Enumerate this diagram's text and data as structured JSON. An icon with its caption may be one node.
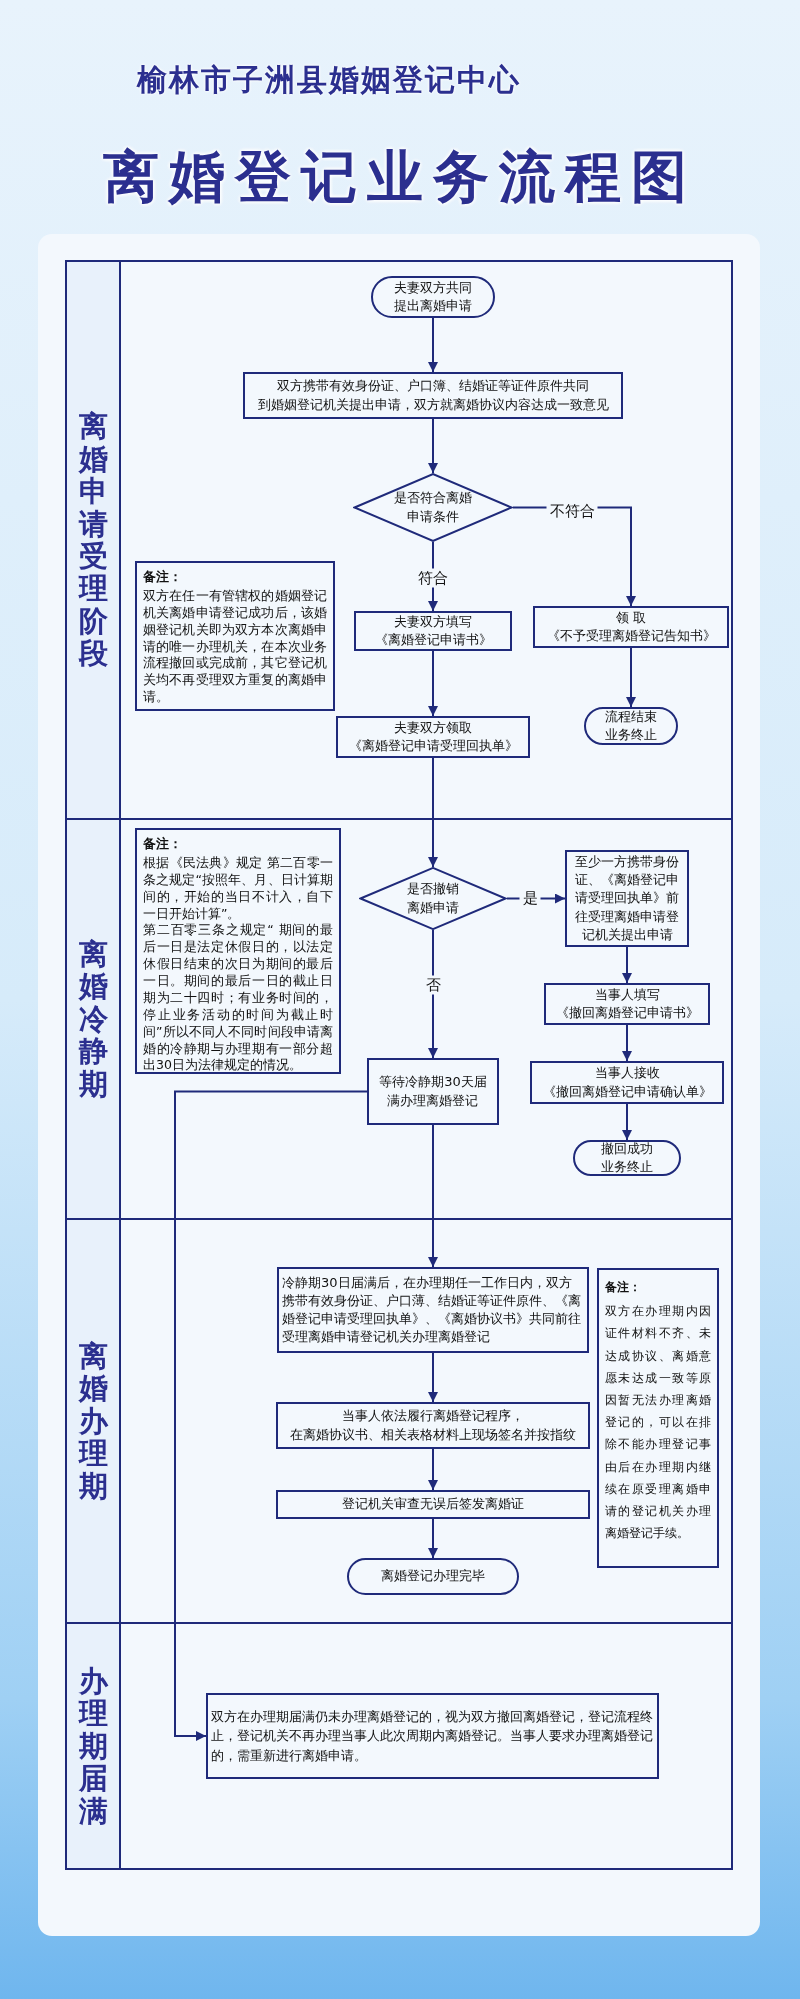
{
  "diagram": {
    "title": "离婚登记业务流程图",
    "nodes": [
      {
        "text": [
          "离婚申请受理阶段"
        ]
      },
      {
        "text": [
          "夫妻双方共同提出离婚申请"
        ],
        "in": 0
      },
      {
        "text": [
          "双方携带有效身份证、户口簿、结婚证等证件原件共同到婚姻登记机关提出申请，双方就离婚协议内容达成一致意见"
        ],
        "in": 0
      },
      {
        "text": [
          "是否符合离婚申请条件"
        ],
        "in": 0
      },
      {
        "text": [
          "备注：",
          "双方在任一有管辖权的婚姻登记机关离婚申请登记成功后，该婚姻登记机关即为双方本次离婚申请的唯一办理机关，在本次业务流程撤回或完成前，其它登记机关均不再受理双方重复的离婚申请。"
        ],
        "in": 0
      },
      {
        "text": [
          "夫妻双方填写《离婚登记申请书》"
        ],
        "in": 0
      },
      {
        "text": [
          "领 取《不予受理离婚登记告知书》"
        ],
        "in": 0
      },
      {
        "text": [
          "流程结束业务终止"
        ],
        "in": 0
      },
      {
        "text": [
          "夫妻双方领取《离婚登记申请受理回执单》"
        ],
        "in": 0
      },
      {
        "text": [
          "离婚冷静期"
        ]
      },
      {
        "text": [
          "备注：",
          "根据《民法典》规定 第二百零一条之规定“按照年、月、日计算期间的，开始的当日不计入，自下一日开始计算”。",
          "第二百零三条之规定“ 期间的最后一日是法定休假日的，以法定休假日结束的次日为期间的最后一日。期间的最后一日的截止日期为二十四时；有业务时间的，停止业务活动的时间为截止时间”所以不同人不同时间段申请离婚的冷静期与办理期有一部分超出30日为法律规定的情况。"
        ],
        "in": 9
      },
      {
        "text": [
          "是否撤销离婚申请"
        ],
        "in": 9
      },
      {
        "text": [
          "至少一方携带身份证、《离婚登记申请受理回执单》前往受理离婚申请登记机关提出申请"
        ],
        "in": 9
      },
      {
        "text": [
          "当事人填写《撤回离婚登记申请书》"
        ],
        "in": 9
      },
      {
        "text": [
          "当事人接收《撤回离婚登记申请确认单》"
        ],
        "in": 9
      },
      {
        "text": [
          "撤回成功业务终止"
        ],
        "in": 9
      },
      {
        "text": [
          "等待冷静期30天届满办理离婚登记"
        ],
        "in": 9
      },
      {
        "text": [
          "离婚办理期"
        ]
      },
      {
        "text": [
          "冷静期30日届满后，在办理期任一工作日内，双方携带有效身份证、户口薄、结婚证等证件原件、《离婚登记申请受理回执单》、《离婚协议书》共同前往受理离婚申请登记机关办理离婚登记"
        ],
        "in": 17
      },
      {
        "text": [
          "当事人依法履行离婚登记程序，在离婚协议书、相关表格材料上现场签名并按指纹"
        ],
        "in": 17
      },
      {
        "text": [
          "登记机关审查无误后签发离婚证"
        ],
        "in": 17
      },
      {
        "text": [
          "离婚登记办理完毕"
        ],
        "in": 17
      },
      {
        "text": [
          "备注：",
          "双方在办理期内因证件材料不齐、未达成协议、离婚意愿未达成一致等原因暂无法办理离婚登记的，可以在排除不能办理登记事由后在办理期内继续在原受理离婚申请的登记机关办理离婚登记手续。"
        ],
        "in": 17
      },
      {
        "text": [
          "办理期届满"
        ]
      },
      {
        "text": [
          "双方在办理期届满仍未办理离婚登记的，视为双方撤回离婚登记，登记流程终止，登记机关不再办理当事人此次周期内离婚登记。当事人要求办理离婚登记的，需重新进行离婚申请。"
        ],
        "in": 23
      }
    ],
    "edges": [
      {
        "from": 1,
        "to": 2,
        "arrow": "to"
      },
      {
        "from": 2,
        "to": 3,
        "arrow": "to"
      },
      {
        "from": 3,
        "to": 5,
        "arrow": "to",
        "label": "符合"
      },
      {
        "from": 3,
        "to": 6,
        "arrow": "to",
        "label": "不符合"
      },
      {
        "from": 6,
        "to": 7,
        "arrow": "to"
      },
      {
        "from": 5,
        "to": 8,
        "arrow": "to"
      },
      {
        "from": 8,
        "to": 11,
        "arrow": "to"
      },
      {
        "from": 11,
        "to": 12,
        "arrow": "to",
        "label": "是"
      },
      {
        "from": 12,
        "to": 13,
        "arrow": "to"
      },
      {
        "from": 13,
        "to": 14,
        "arrow": "to"
      },
      {
        "from": 14,
        "to": 15,
        "arrow": "to"
      },
      {
        "from": 11,
        "to": 16,
        "arrow": "to",
        "label": "否"
      },
      {
        "from": 16,
        "to": 18,
        "arrow": "to"
      },
      {
        "from": 16,
        "to": 24,
        "arrow": "to"
      },
      {
        "from": 18,
        "to": 19,
        "arrow": "to"
      },
      {
        "from": 19,
        "to": 20,
        "arrow": "to"
      },
      {
        "from": 20,
        "to": 21,
        "arrow": "to"
      }
    ],
    "labels": [
      "榆林市子洲县婚姻登记中心"
    ]
  }
}
